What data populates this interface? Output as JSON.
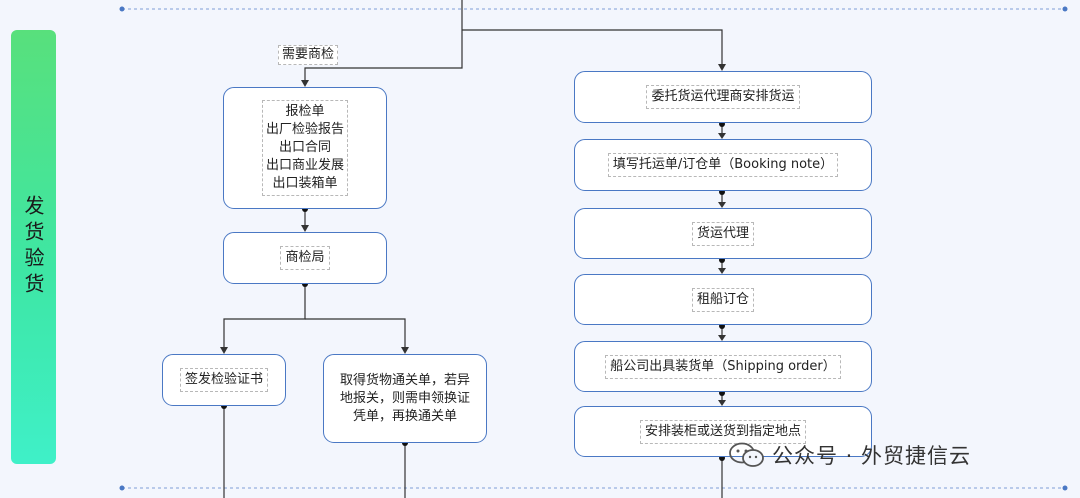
{
  "lane": {
    "label": "发货验货"
  },
  "edge_label": "需要商检",
  "left_column": {
    "documents": [
      "报检单",
      "出厂检验报告",
      "出口合同",
      "出口商业发展",
      "出口装箱单"
    ],
    "inspection_bureau": "商检局",
    "issue_certificate": "签发检验证书",
    "customs_slip": [
      "取得货物通关单，若异",
      "地报关，则需申领换证",
      "凭单，再换通关单"
    ]
  },
  "right_column": {
    "steps": [
      "委托货运代理商安排货运",
      "填写托运单/订仓单（Booking note）",
      "货运代理",
      "租船订仓",
      "船公司出具装货单（Shipping order）",
      "安排装柜或送货到指定地点"
    ]
  },
  "watermark": {
    "text": "公众号 · 外贸捷信云",
    "icon": "wechat-icon"
  },
  "colors": {
    "line": "#333333",
    "box_border": "#4a78c4",
    "lane_dash": "#7f9fd6",
    "lane_bar": "#3ee6a4"
  }
}
